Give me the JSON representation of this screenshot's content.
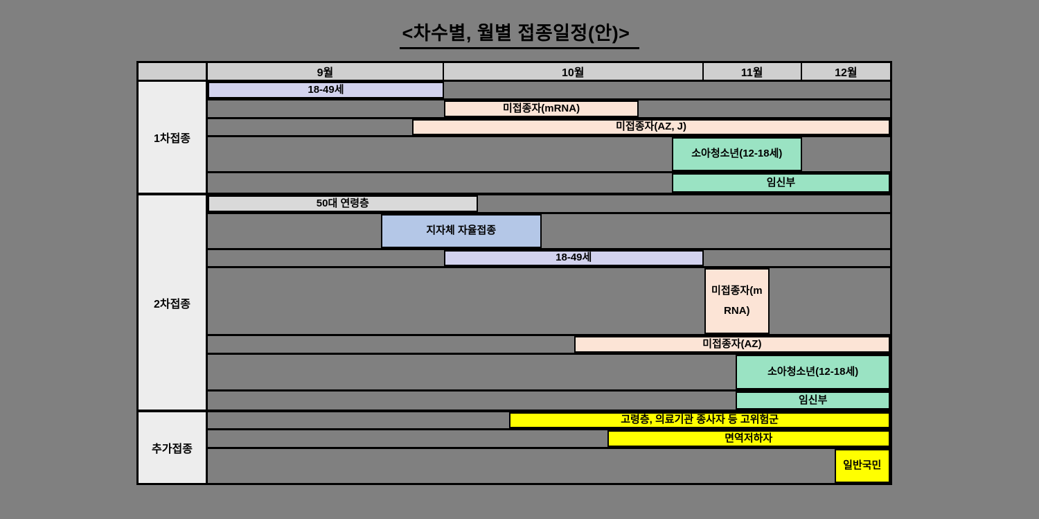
{
  "title": "<차수별, 월별 접종일정(안)>",
  "colors": {
    "page_bg": "#808080",
    "track_bg": "#808080",
    "header_bg": "#cfcfcf",
    "label_bg": "#ededed",
    "border": "#000000",
    "lavender": "#d2d2ee",
    "blue": "#b4c7e7",
    "peach": "#fce4d6",
    "green": "#9ae3c3",
    "gray": "#d9d9d9",
    "yellow": "#ffff00"
  },
  "chart_data": {
    "type": "table",
    "subtype": "gantt-schedule",
    "title": "<차수별, 월별 접종일정(안)>",
    "months": [
      {
        "label": "9월",
        "width_pct": 34.61
      },
      {
        "label": "10월",
        "width_pct": 38.04
      },
      {
        "label": "11월",
        "width_pct": 14.43
      },
      {
        "label": "12월",
        "width_pct": 12.92
      }
    ],
    "month_range": [
      9,
      13
    ],
    "sections": [
      {
        "label": "1차접종",
        "rows": [
          {
            "label": "18-49세",
            "color_key": "lavender",
            "start_month": 9.0,
            "end_month": 10.0,
            "left_pct": 0.0,
            "width_pct": 34.61,
            "h": 27
          },
          {
            "label": "미접종자(mRNA)",
            "color_key": "peach",
            "start_month": 10.0,
            "end_month": 10.75,
            "left_pct": 34.61,
            "width_pct": 28.56,
            "h": 27
          },
          {
            "label": "미접종자(AZ, J)",
            "color_key": "peach",
            "start_month": 9.87,
            "end_month": 13.0,
            "left_pct": 29.97,
            "width_pct": 70.03,
            "h": 26
          },
          {
            "label": "소아청소년(12-18세)",
            "color_key": "green",
            "start_month": 10.88,
            "end_month": 12.0,
            "left_pct": 68.01,
            "width_pct": 19.07,
            "h": 52
          },
          {
            "label": "임신부",
            "color_key": "green",
            "start_month": 10.88,
            "end_month": 13.0,
            "left_pct": 68.01,
            "width_pct": 31.99,
            "h": 28
          }
        ]
      },
      {
        "label": "2차접종",
        "rows": [
          {
            "label": "50대 연령층",
            "color_key": "gray",
            "start_month": 9.0,
            "end_month": 10.13,
            "left_pct": 0.0,
            "width_pct": 39.56,
            "h": 27
          },
          {
            "label": "지자체 자율접종",
            "color_key": "blue",
            "start_month": 9.73,
            "end_month": 10.38,
            "left_pct": 25.33,
            "width_pct": 23.61,
            "h": 52
          },
          {
            "label": "18-49세",
            "color_key": "lavender",
            "start_month": 10.0,
            "end_month": 11.0,
            "left_pct": 34.61,
            "width_pct": 38.04,
            "h": 26
          },
          {
            "label": "미접종자(mRNA)",
            "color_key": "peach",
            "start_month": 11.0,
            "end_month": 11.67,
            "left_pct": 72.75,
            "width_pct": 9.59,
            "h": 98
          },
          {
            "label": "미접종자(AZ)",
            "color_key": "peach",
            "start_month": 10.5,
            "end_month": 13.0,
            "left_pct": 53.68,
            "width_pct": 46.32,
            "h": 27
          },
          {
            "label": "소아청소년(12-18세)",
            "color_key": "green",
            "start_month": 11.33,
            "end_month": 13.0,
            "left_pct": 77.4,
            "width_pct": 22.6,
            "h": 53
          },
          {
            "label": "임신부",
            "color_key": "green",
            "start_month": 11.33,
            "end_month": 13.0,
            "left_pct": 77.4,
            "width_pct": 22.6,
            "h": 26
          }
        ]
      },
      {
        "label": "추가접종",
        "rows": [
          {
            "label": "고령층, 의료기관 종사자 등 고위험군",
            "color_key": "yellow",
            "start_month": 10.25,
            "end_month": 13.0,
            "left_pct": 44.2,
            "width_pct": 55.8,
            "h": 26
          },
          {
            "label": "면역저하자",
            "color_key": "yellow",
            "start_month": 10.63,
            "end_month": 13.0,
            "left_pct": 58.53,
            "width_pct": 41.47,
            "h": 27
          },
          {
            "label": "일반국민",
            "color_key": "yellow",
            "start_month": 12.37,
            "end_month": 13.0,
            "left_pct": 91.83,
            "width_pct": 8.17,
            "h": 49
          }
        ]
      }
    ]
  }
}
